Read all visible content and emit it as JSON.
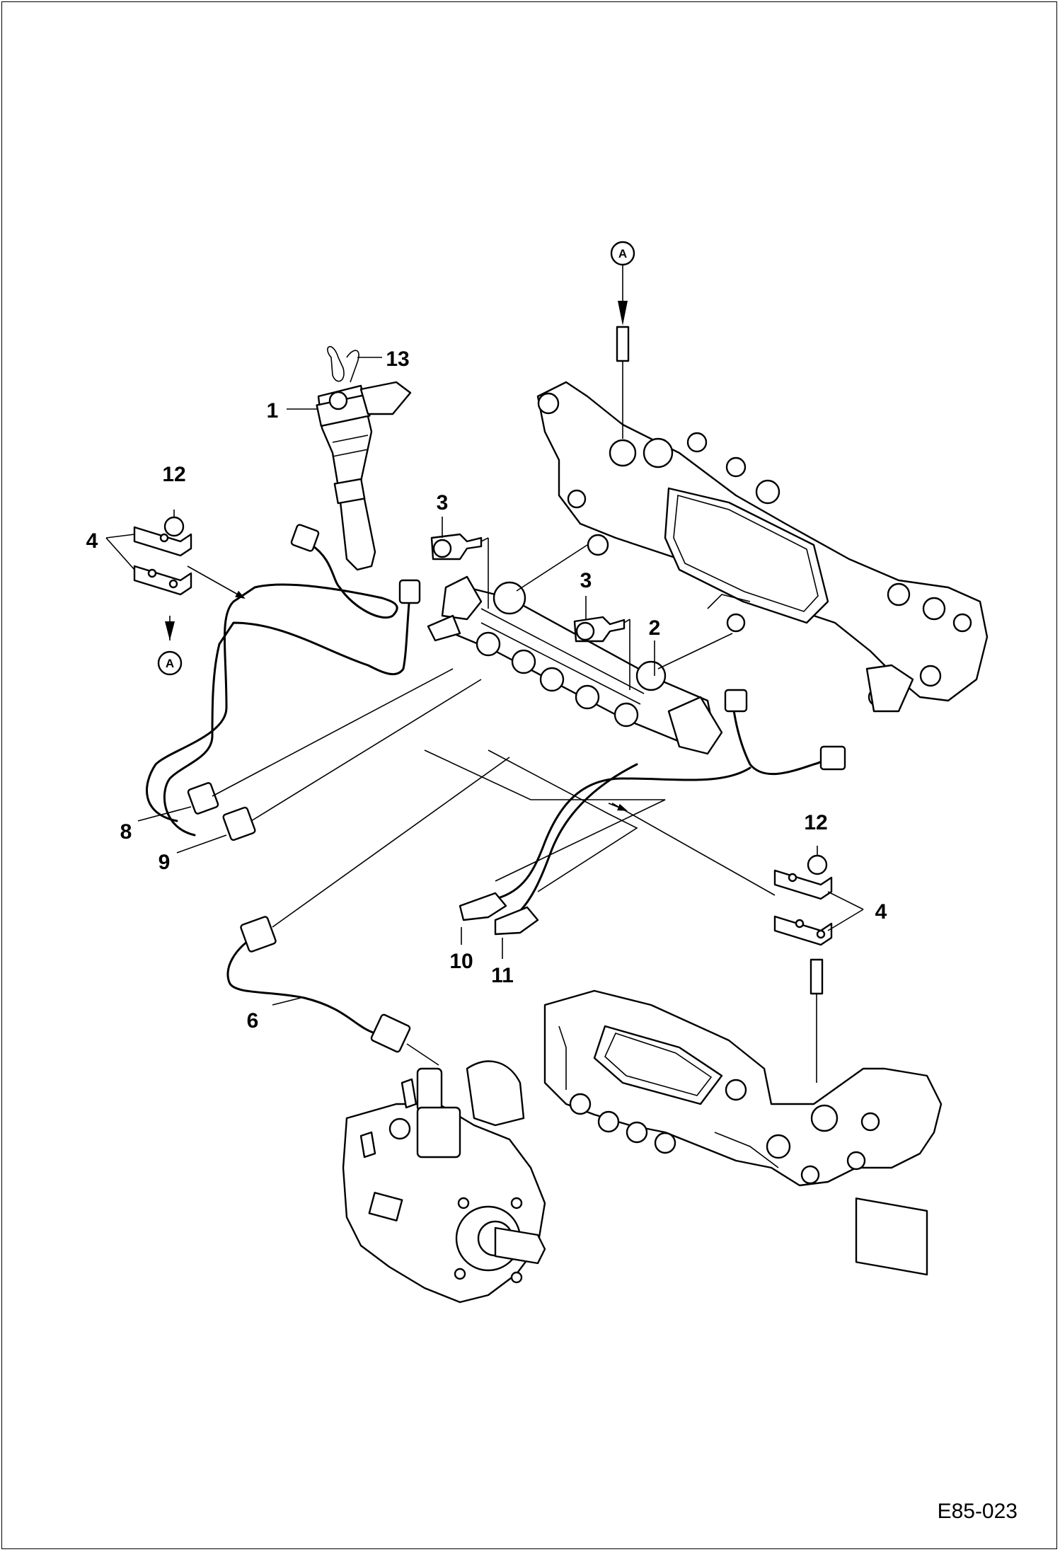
{
  "callouts": {
    "c1": "1",
    "c2": "2",
    "c3a": "3",
    "c3b": "3",
    "c4a": "4",
    "c4b": "4",
    "c6": "6",
    "c8": "8",
    "c9": "9",
    "c10": "10",
    "c11": "11",
    "c12a": "12",
    "c12b": "12",
    "c13": "13"
  },
  "references": {
    "ref_top": "A",
    "ref_left": "A"
  },
  "figure_code": "E85-023"
}
